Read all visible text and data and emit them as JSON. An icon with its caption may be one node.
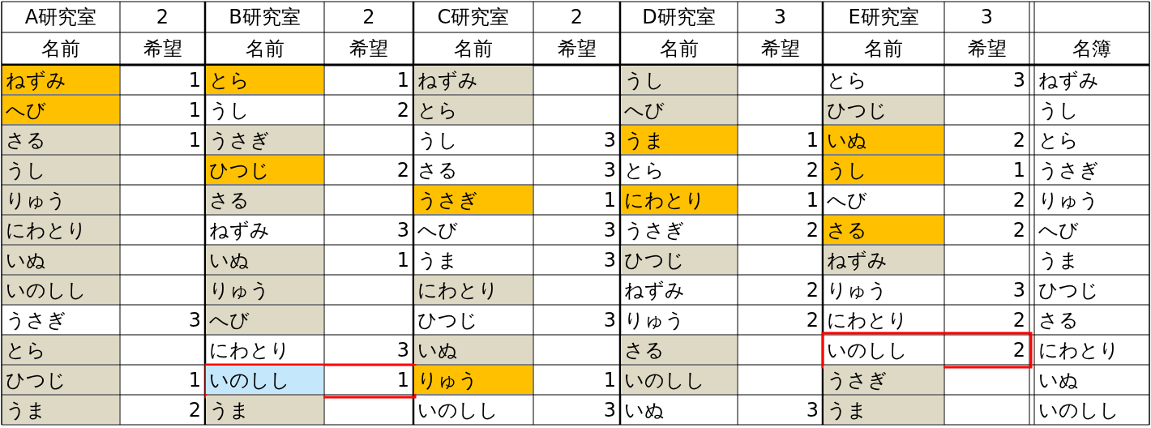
{
  "diagram": {
    "labels": [
      "A研究室",
      "2",
      "B研究室",
      "2",
      "C研究室",
      "2",
      "D研究室",
      "3",
      "E研究室",
      "3",
      "名前",
      "希望",
      "名前",
      "希望",
      "名前",
      "希望",
      "名前",
      "希望",
      "名前",
      "希望",
      "名簿",
      "ねずみ",
      "1",
      "とら",
      "1",
      "ねずみ",
      "うし",
      "とら",
      "3",
      "ねずみ",
      "へび",
      "1",
      "うし",
      "2",
      "とら",
      "へび",
      "ひつじ",
      "うし",
      "さる",
      "1",
      "うさぎ",
      "うし",
      "3",
      "うま",
      "1",
      "いぬ",
      "2",
      "とら",
      "うし",
      "ひつじ",
      "2",
      "さる",
      "3",
      "とら",
      "2",
      "うし",
      "1",
      "うさぎ",
      "りゅう",
      "さる",
      "うさぎ",
      "1",
      "にわとり",
      "1",
      "へび",
      "2",
      "りゅう",
      "にわとり",
      "ねずみ",
      "3",
      "へび",
      "3",
      "うさぎ",
      "2",
      "さる",
      "2",
      "へび",
      "いぬ",
      "いぬ",
      "1",
      "うま",
      "3",
      "ひつじ",
      "ねずみ",
      "うま",
      "いのしし",
      "りゅう",
      "にわとり",
      "ねずみ",
      "2",
      "りゅう",
      "3",
      "ひつじ",
      "うさぎ",
      "3",
      "へび",
      "ひつじ",
      "3",
      "りゅう",
      "2",
      "にわとり",
      "2",
      "さる",
      "とら",
      "にわとり",
      "3",
      "いぬ",
      "さる",
      "いのしし",
      "2",
      "にわとり",
      "ひつじ",
      "1",
      "いのしし",
      "1",
      "りゅう",
      "1",
      "いのしし",
      "うさぎ",
      "いぬ",
      "うま",
      "2",
      "うま",
      "いのしし",
      "3",
      "いぬ",
      "3",
      "うま",
      "いのしし"
    ]
  }
}
